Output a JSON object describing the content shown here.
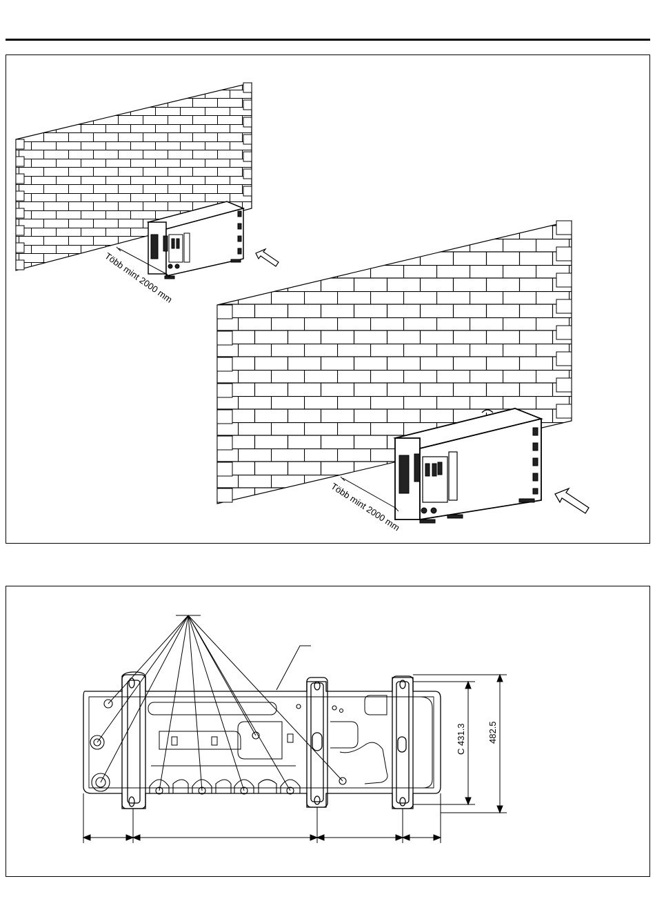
{
  "clearance_label": "Több mint 2000 mm",
  "dimensions": {
    "inner_height": "C  431.3",
    "outer_height": "482.5"
  }
}
